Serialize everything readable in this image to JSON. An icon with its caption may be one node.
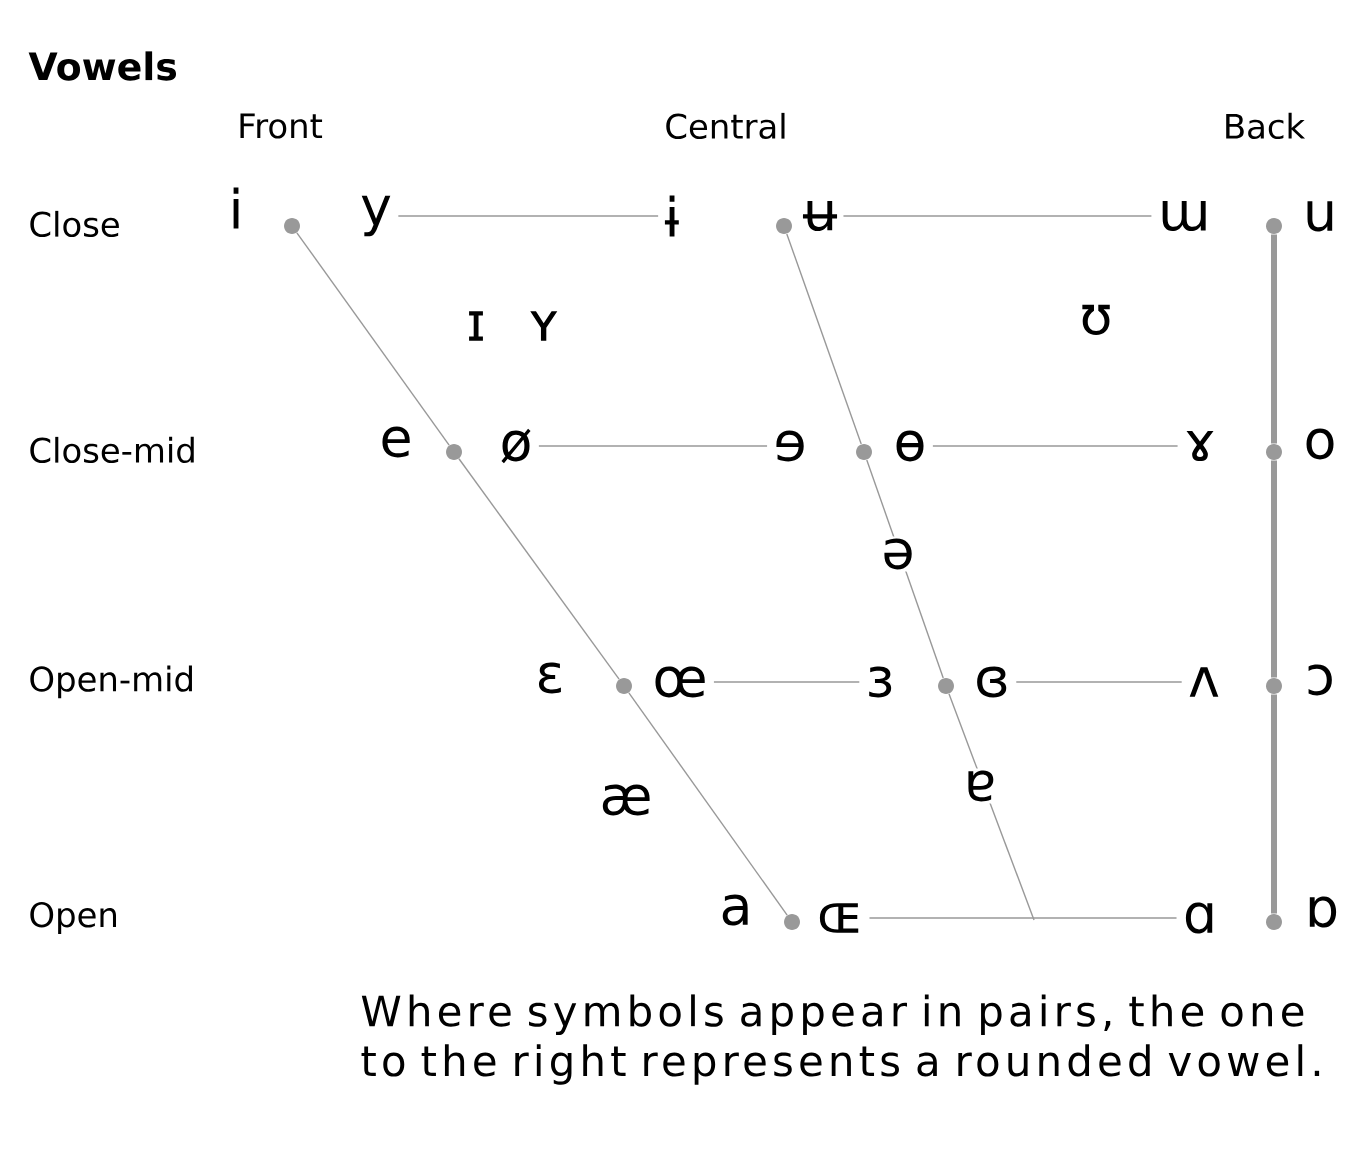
{
  "diagram": {
    "title": "Vowels",
    "caption": "Where symbols appear in pairs, the one to the right represents a rounded vowel.",
    "nodes": [
      {
        "text": [],
        "shape": "circle"
      },
      {
        "text": [
          "y"
        ]
      },
      {
        "text": [
          "ɨ"
        ]
      },
      {
        "text": [],
        "shape": "circle"
      },
      {
        "text": [
          "ʉ"
        ]
      },
      {
        "text": [
          "ɯ"
        ]
      },
      {
        "text": [],
        "shape": "circle"
      },
      {
        "text": [],
        "shape": "circle"
      },
      {
        "text": [
          "ø"
        ]
      },
      {
        "text": [
          "ɘ"
        ]
      },
      {
        "text": [],
        "shape": "circle"
      },
      {
        "text": [
          "ɵ"
        ]
      },
      {
        "text": [
          "ɤ"
        ]
      },
      {
        "text": [],
        "shape": "circle"
      },
      {
        "text": [],
        "shape": "circle"
      },
      {
        "text": [
          "œ"
        ]
      },
      {
        "text": [
          "ɜ"
        ]
      },
      {
        "text": [],
        "shape": "circle"
      },
      {
        "text": [
          "ɞ"
        ]
      },
      {
        "text": [
          "ʌ"
        ]
      },
      {
        "text": [],
        "shape": "circle"
      },
      {
        "text": [],
        "shape": "circle"
      },
      {
        "text": [
          "ɶ"
        ]
      },
      {
        "text": [
          "ɑ"
        ]
      },
      {
        "text": [],
        "shape": "circle"
      }
    ],
    "edges": [
      {
        "from": 1,
        "to": 2,
        "arrow": "none"
      },
      {
        "from": 4,
        "to": 5,
        "arrow": "none"
      },
      {
        "from": 8,
        "to": 9,
        "arrow": "none"
      },
      {
        "from": 11,
        "to": 12,
        "arrow": "none"
      },
      {
        "from": 15,
        "to": 16,
        "arrow": "none"
      },
      {
        "from": 18,
        "to": 19,
        "arrow": "none"
      },
      {
        "from": 22,
        "to": 23,
        "arrow": "none"
      },
      {
        "from": 0,
        "to": 7,
        "arrow": "none"
      },
      {
        "from": 7,
        "to": 14,
        "arrow": "none"
      },
      {
        "from": 14,
        "to": 21,
        "arrow": "none"
      },
      {
        "from": 3,
        "to": 10,
        "arrow": "none"
      },
      {
        "from": 10,
        "to": 17,
        "arrow": "none"
      },
      {
        "from": 17,
        "to": null,
        "arrow": "none"
      },
      {
        "from": 6,
        "to": 13,
        "arrow": "none",
        "style": "thick"
      },
      {
        "from": 13,
        "to": 20,
        "arrow": "none",
        "style": "thick"
      },
      {
        "from": 20,
        "to": 24,
        "arrow": "none",
        "style": "thick"
      }
    ],
    "labels": [
      "Front",
      "Central",
      "Back",
      "Close",
      "i",
      "u",
      "ɪ",
      "ʏ",
      "ʊ",
      "Close-mid",
      "e",
      "o",
      "ə",
      "Open-mid",
      "ɛ",
      "ɔ",
      "æ",
      "ɐ",
      "Open",
      "a",
      "ɒ"
    ]
  }
}
